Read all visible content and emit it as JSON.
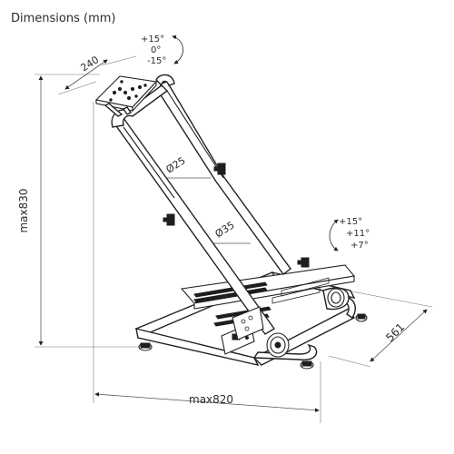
{
  "title": "Dimensions (mm)",
  "dimensions": {
    "plate_width": "240",
    "height": "max830",
    "width": "max820",
    "depth": "561",
    "tube_upper": "Ø25",
    "tube_lower": "Ø35"
  },
  "tilt_wheel": [
    "+15°",
    "0°",
    "-15°"
  ],
  "tilt_pedal": [
    "+15°",
    "+11°",
    "+7°"
  ]
}
